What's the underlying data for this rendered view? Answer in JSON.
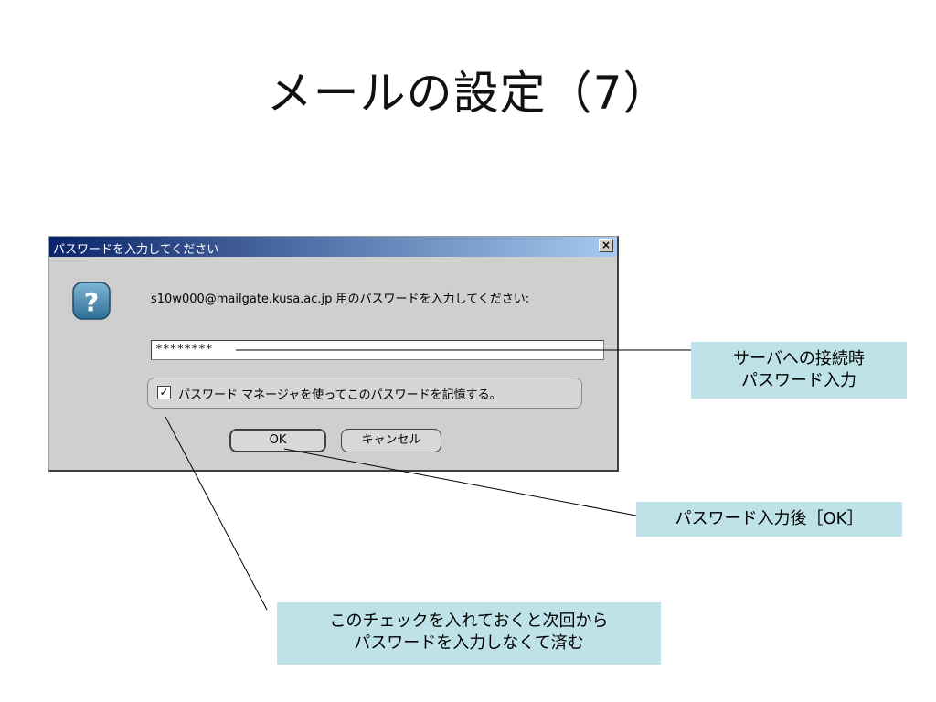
{
  "slide": {
    "title": "メールの設定（7）"
  },
  "dialog": {
    "title": "パスワードを入力してください",
    "close_glyph": "×",
    "icon": "question-icon",
    "prompt": "s10w000@mailgate.kusa.ac.jp 用のパスワードを入力してください:",
    "password_value": "********",
    "remember_checked": true,
    "checkbox_glyph": "✓",
    "remember_label": "パスワード マネージャを使ってこのパスワードを記憶する。",
    "ok_label": "OK",
    "cancel_label": "キャンセル"
  },
  "callouts": {
    "server_line1": "サーバへの接続時",
    "server_line2": "パスワード入力",
    "ok_note": "パスワード入力後［OK］",
    "check_line1": "このチェックを入れておくと次回から",
    "check_line2": "パスワードを入力しなくて済む"
  },
  "colors": {
    "callout_bg": "#bfe2e8",
    "titlebar_start": "#0a246a",
    "titlebar_end": "#a6caf0"
  }
}
